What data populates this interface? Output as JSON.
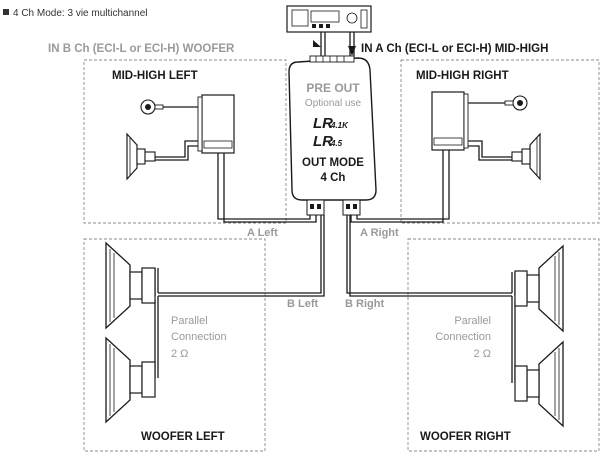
{
  "header": {
    "title": "4 Ch Mode: 3 vie multichannel"
  },
  "inputs": {
    "b_channel": "IN B Ch (ECI-L or ECI-H) WOOFER",
    "a_channel": "IN A Ch (ECI-L or ECI-H) MID-HIGH"
  },
  "amplifier": {
    "pre_out": "PRE OUT",
    "optional": "Optional use",
    "model_1": "4.1K",
    "model_2": "4.5",
    "out_mode": "OUT MODE",
    "channels": "4 Ch"
  },
  "zones": {
    "mid_high_left": "MID-HIGH LEFT",
    "mid_high_right": "MID-HIGH RIGHT",
    "woofer_left": "WOOFER LEFT",
    "woofer_right": "WOOFER RIGHT"
  },
  "outputs": {
    "a_left": "A Left",
    "a_right": "A Right",
    "b_left": "B Left",
    "b_right": "B Right"
  },
  "woofer_note": {
    "line1": "Parallel",
    "line2": "Connection",
    "line3": "2 Ω"
  },
  "colors": {
    "line": "#1a1a1a",
    "dashed": "#8a8a8a",
    "grey_text": "#9a9a9a"
  }
}
